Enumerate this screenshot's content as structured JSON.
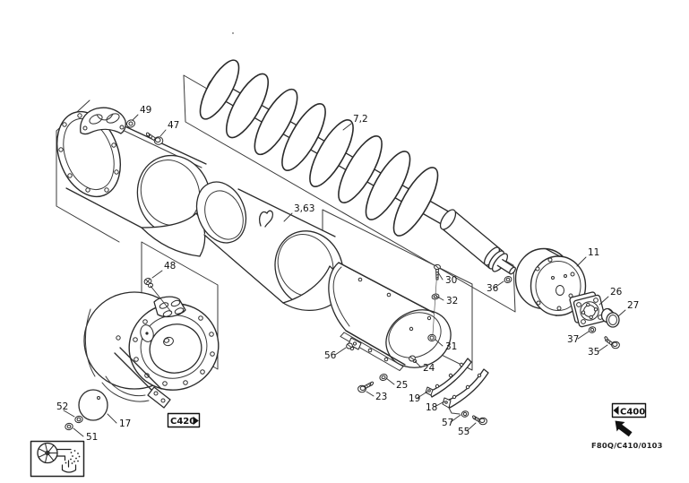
{
  "diagram": {
    "type": "exploded-parts-diagram",
    "part_labels": [
      {
        "text": "49"
      },
      {
        "text": "47"
      },
      {
        "text": "7,2"
      },
      {
        "text": "3,63"
      },
      {
        "text": "48"
      },
      {
        "text": "30"
      },
      {
        "text": "32"
      },
      {
        "text": "31"
      },
      {
        "text": "36"
      },
      {
        "text": "11"
      },
      {
        "text": "26"
      },
      {
        "text": "27"
      },
      {
        "text": "37"
      },
      {
        "text": "35"
      },
      {
        "text": "56"
      },
      {
        "text": "24"
      },
      {
        "text": "25"
      },
      {
        "text": "23"
      },
      {
        "text": "19"
      },
      {
        "text": "18"
      },
      {
        "text": "57"
      },
      {
        "text": "55"
      },
      {
        "text": "52"
      },
      {
        "text": "17"
      },
      {
        "text": "51"
      }
    ],
    "ref_tags": {
      "prev": {
        "label": "C420",
        "arrow": "right"
      },
      "next": {
        "label": "C400",
        "arrow": "left"
      }
    },
    "doc_code": "F80Q/C410/0103",
    "icons": {
      "corner": "auger-discharge-schematic-icon",
      "nav": "arrow-up-left-icon"
    }
  }
}
